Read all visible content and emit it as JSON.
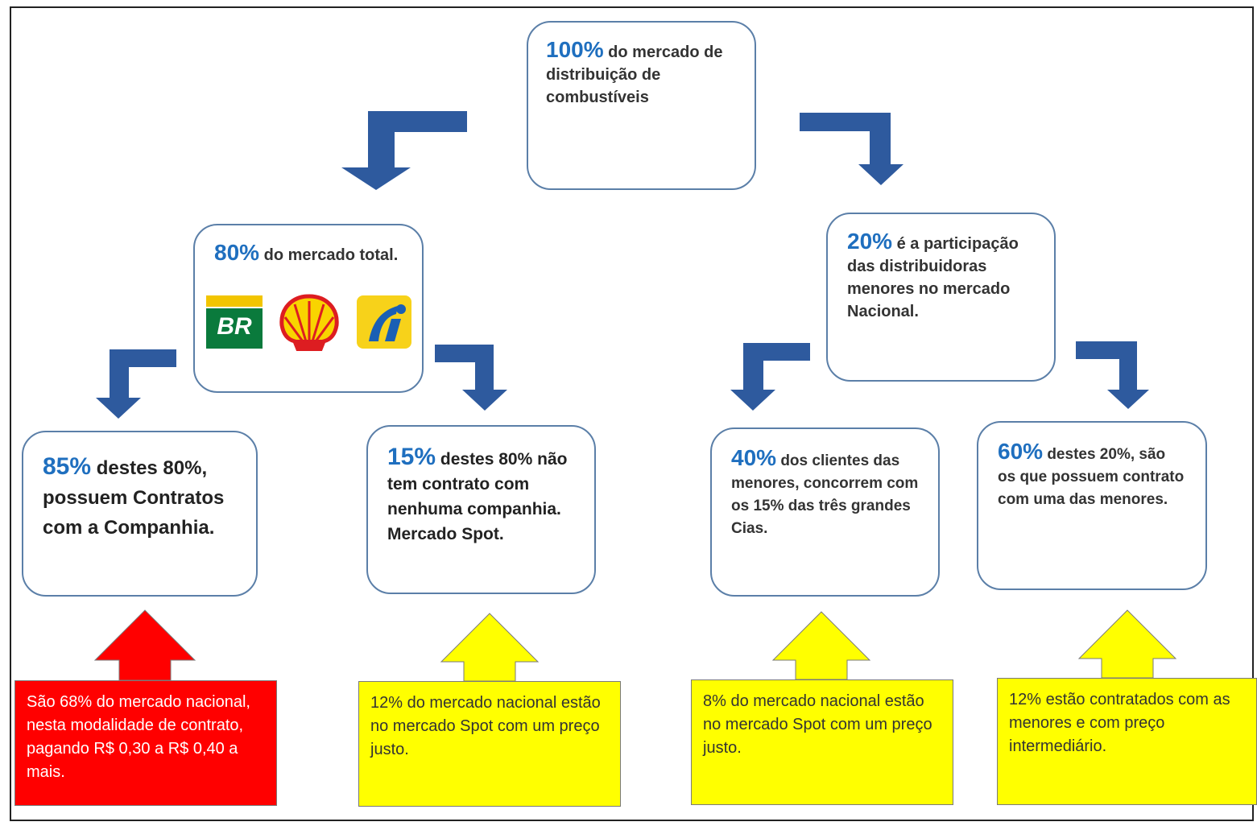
{
  "top": {
    "pct": "100%",
    "text": " do mercado de distribuição de combustíveis"
  },
  "left_mid": {
    "pct": "80%",
    "text": " do mercado total.",
    "logos": [
      {
        "name": "br-logo",
        "label": "BR"
      },
      {
        "name": "shell-logo",
        "label": ""
      },
      {
        "name": "ipiranga-logo",
        "label": ""
      }
    ]
  },
  "right_mid": {
    "pct": "20%",
    "text": " é a participação das distribuidoras menores no mercado Nacional."
  },
  "bottom": [
    {
      "pct": "85%",
      "text": " destes 80%, possuem Contratos com a Companhia."
    },
    {
      "pct": "15%",
      "text": " destes 80% não tem contrato com nenhuma companhia. Mercado Spot."
    },
    {
      "pct": "40%",
      "text": " dos clientes das menores, concorrem com os 15% das três grandes Cias."
    },
    {
      "pct": "60%",
      "text": " destes 20%, são os que possuem contrato com uma das menores."
    }
  ],
  "callouts": [
    {
      "text": "São 68%  do mercado nacional, nesta modalidade de contrato, pagando R$ 0,30 a R$ 0,40  a mais."
    },
    {
      "text": "12% do mercado nacional estão no mercado Spot com um preço justo."
    },
    {
      "text": "8% do mercado nacional estão no mercado Spot com um preço justo."
    },
    {
      "text": "12% estão contratados com as menores e com preço intermediário."
    }
  ],
  "colors": {
    "arrow_blue": "#2e5a9e",
    "pct_blue": "#1f6fbf",
    "red": "#ff0000",
    "yellow": "#ffff00"
  }
}
